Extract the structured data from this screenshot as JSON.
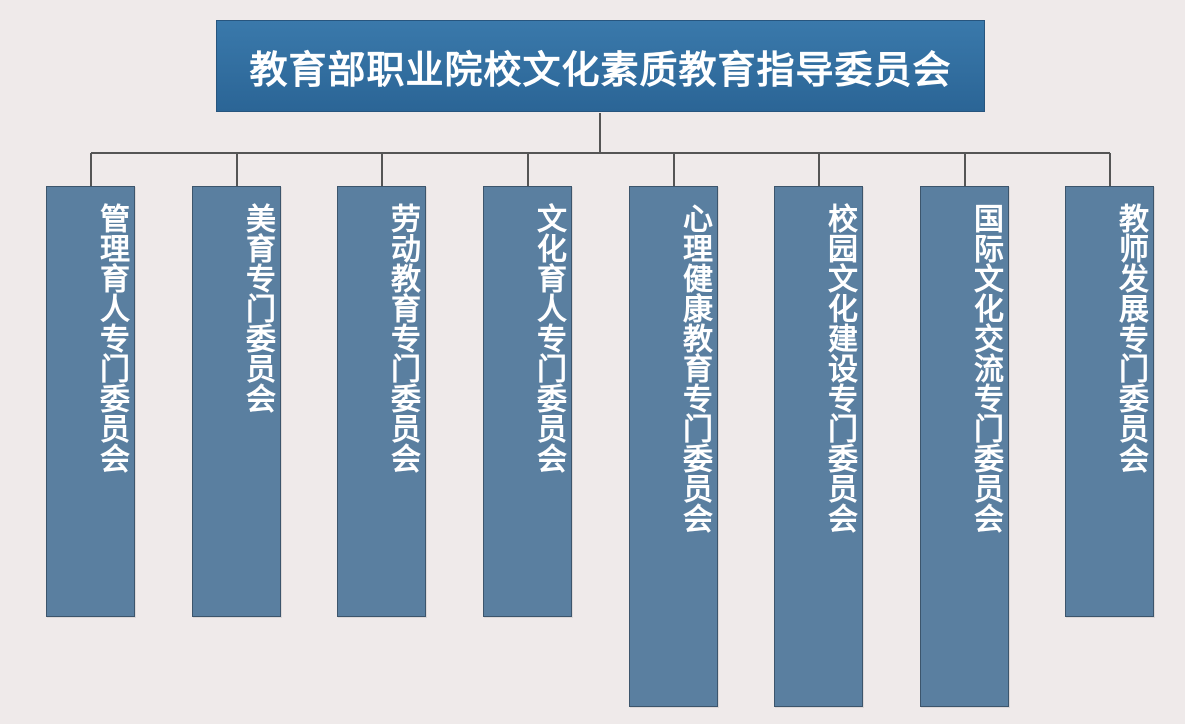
{
  "root": {
    "title": "教育部职业院校文化素质教育指导委员会"
  },
  "children": [
    {
      "label": "管理育人专门委员会"
    },
    {
      "label": "美育专门委员会"
    },
    {
      "label": "劳动教育专门委员会"
    },
    {
      "label": "文化育人专门委员会"
    },
    {
      "label": "心理健康教育专门委员会"
    },
    {
      "label": "校园文化建设专门委员会"
    },
    {
      "label": "国际文化交流专门委员会"
    },
    {
      "label": "教师发展专门委员会"
    }
  ],
  "colors": {
    "background": "#efeaea",
    "root_fill": "#2f6da0",
    "child_fill": "#5a7fa0",
    "connector": "#555555"
  }
}
